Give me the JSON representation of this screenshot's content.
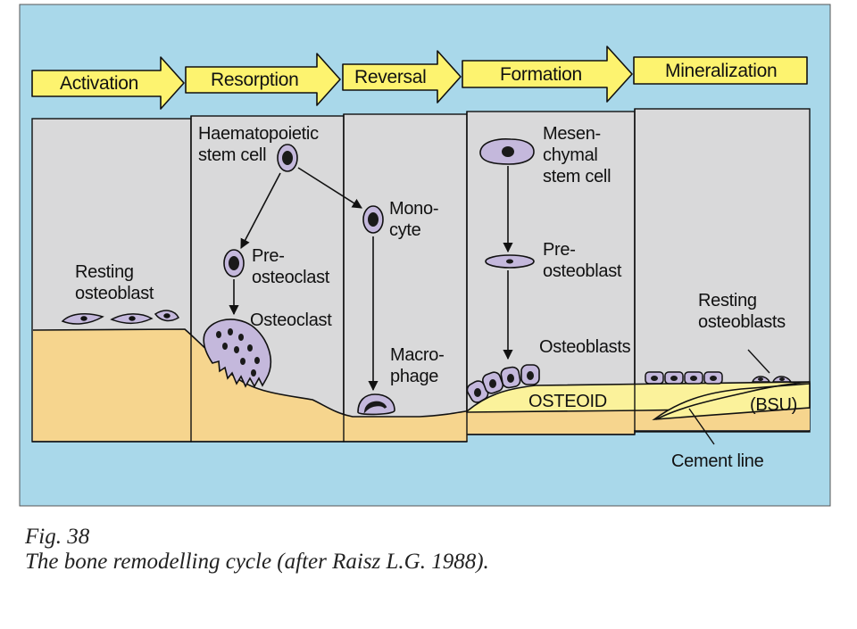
{
  "stages": [
    "Activation",
    "Resorption",
    "Reversal",
    "Formation",
    "Mineralization"
  ],
  "labels": {
    "resting_osteoblast": [
      "Resting",
      "osteoblast"
    ],
    "haematopoietic_stem_cell": [
      "Haematopoietic",
      "stem cell"
    ],
    "preosteoclast": [
      "Pre-",
      "osteoclast"
    ],
    "osteoclast": "Osteoclast",
    "monocyte": [
      "Mono-",
      "cyte"
    ],
    "macrophage": [
      "Macro-",
      "phage"
    ],
    "mesenchymal_stem_cell": [
      "Mesen-",
      "chymal",
      "stem cell"
    ],
    "preosteoblast": [
      "Pre-",
      "osteoblast"
    ],
    "osteoblasts": "Osteoblasts",
    "osteoid": "OSTEOID",
    "resting_osteoblasts": [
      "Resting",
      "osteoblasts"
    ],
    "bsu": "(BSU)",
    "cement_line": "Cement line"
  },
  "caption": {
    "line1": "Fig. 38",
    "line2": "The bone remodelling cycle (after Raisz L.G. 1988)."
  },
  "colors": {
    "background_panel": "#a9d8ea",
    "stage_box": "#d9d9da",
    "arrow_fill": "#fdf36f",
    "bone": "#f6d58e",
    "osteoid": "#fbf29b",
    "cell_fill": "#c4b8dc",
    "nucleus": "#1a1a1a"
  }
}
